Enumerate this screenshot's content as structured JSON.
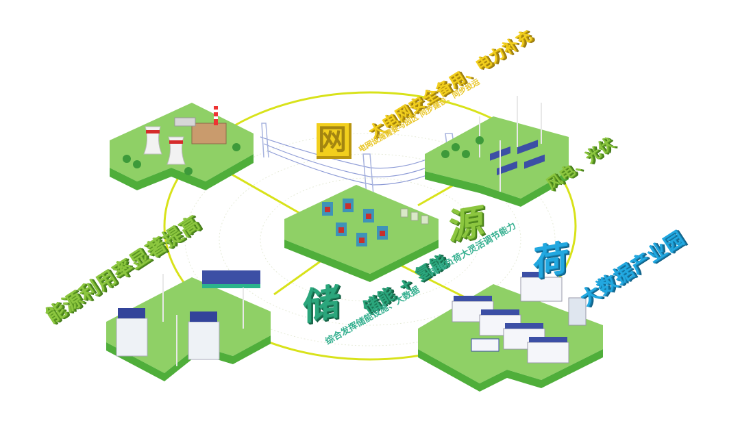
{
  "title_grid": {
    "main": "大电网安全备用、电力补充",
    "sub": "电网设施需要与园区 同步建设、同步投运"
  },
  "char_grid": "网",
  "char_source": "源",
  "char_storage": "储",
  "char_load": "荷",
  "label_source": "风电、光伏",
  "label_efficiency": "能源利用率显著提高",
  "label_storage_main": "储能 + 氢能",
  "label_storage_sub": "综合发挥储能设施、大数据",
  "label_load_sub": "用电负荷大灵活调节能力",
  "label_load_main": "大数据产业园",
  "nodes": [
    {
      "name": "power-plant",
      "kind": "thermal power plant"
    },
    {
      "name": "substation",
      "kind": "substation with transformers"
    },
    {
      "name": "wind-solar-farm",
      "kind": "wind turbines and solar panels"
    },
    {
      "name": "green-community",
      "kind": "buildings with rooftop solar and wind turbines"
    },
    {
      "name": "data-park",
      "kind": "data center buildings with rooftop solar"
    }
  ],
  "colors": {
    "grid": "#f2cf1d",
    "source": "#8cc63f",
    "storage": "#2ba67c",
    "load": "#22a8e0",
    "ring": "#d8e21a",
    "ground": "#8fd066",
    "ground_edge": "#4fae3a"
  }
}
